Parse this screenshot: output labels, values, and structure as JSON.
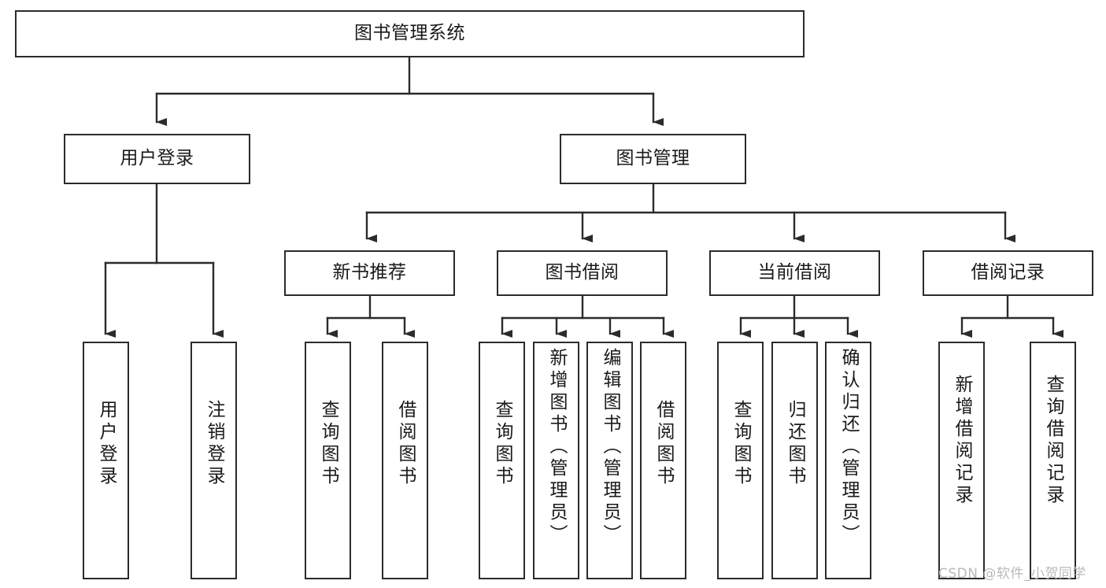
{
  "diagram": {
    "title": "图书管理系统",
    "type": "tree",
    "watermark": "CSDN @软件_小贺同学",
    "colors": {
      "box_border": "#2b2b2b",
      "box_fill": "#ffffff",
      "connector": "#2b2b2b",
      "text": "#1a1a1a",
      "watermark": "#b9b9b9"
    },
    "levels": [
      {
        "level": 1,
        "nodes": [
          {
            "id": "root",
            "label": "图书管理系统"
          }
        ]
      },
      {
        "level": 2,
        "nodes": [
          {
            "id": "login",
            "label": "用户登录",
            "parent": "root"
          },
          {
            "id": "bookmgmt",
            "label": "图书管理",
            "parent": "root"
          }
        ]
      },
      {
        "level": 3,
        "nodes": [
          {
            "id": "newbook",
            "label": "新书推荐",
            "parent": "bookmgmt"
          },
          {
            "id": "borrow",
            "label": "图书借阅",
            "parent": "bookmgmt"
          },
          {
            "id": "current",
            "label": "当前借阅",
            "parent": "bookmgmt"
          },
          {
            "id": "record",
            "label": "借阅记录",
            "parent": "bookmgmt"
          }
        ]
      },
      {
        "level": 4,
        "nodes": [
          {
            "id": "leaf1",
            "label": "用户登录",
            "parent": "login"
          },
          {
            "id": "leaf2",
            "label": "注销登录",
            "parent": "login"
          },
          {
            "id": "leaf3",
            "label": "查询图书",
            "parent": "newbook"
          },
          {
            "id": "leaf4",
            "label": "借阅图书",
            "parent": "newbook"
          },
          {
            "id": "leaf5",
            "label": "查询图书",
            "parent": "borrow"
          },
          {
            "id": "leaf6",
            "label": "新增图书（管理员）",
            "parent": "borrow"
          },
          {
            "id": "leaf7",
            "label": "编辑图书（管理员）",
            "parent": "borrow"
          },
          {
            "id": "leaf8",
            "label": "借阅图书",
            "parent": "borrow"
          },
          {
            "id": "leaf9",
            "label": "查询图书",
            "parent": "current"
          },
          {
            "id": "leaf10",
            "label": "归还图书",
            "parent": "current"
          },
          {
            "id": "leaf11",
            "label": "确认归还（管理员）",
            "parent": "current"
          },
          {
            "id": "leaf12",
            "label": "新增借阅记录",
            "parent": "record"
          },
          {
            "id": "leaf13",
            "label": "查询借阅记录",
            "parent": "record"
          }
        ]
      }
    ]
  }
}
